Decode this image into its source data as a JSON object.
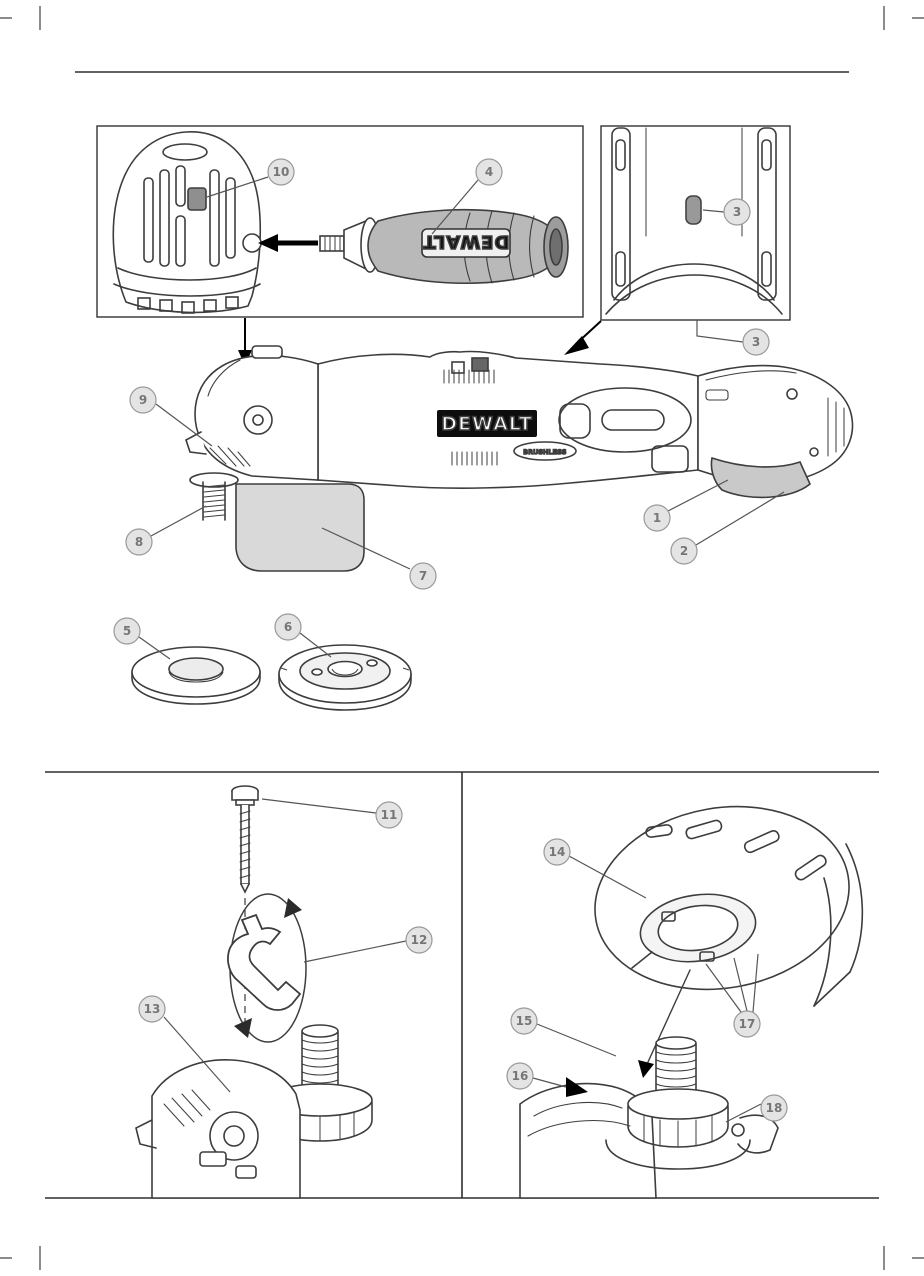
{
  "branding": {
    "handle_logo": "DEWALT",
    "body_logo": "DEWALT",
    "body_badge": "BRUSHLESS"
  },
  "callouts": {
    "hole": "10",
    "side_handle": "4",
    "top_button": "3",
    "main_top": "3",
    "guard_lever": "9",
    "spindle": "8",
    "guard": "7",
    "trigger": "1",
    "lock_on": "2",
    "backing_flange": "5",
    "lock_nut": "6",
    "screw": "11",
    "wrench": "12",
    "gear_case": "13",
    "guard_tab": "14",
    "mount_a": "15",
    "mount_b": "16",
    "clamp_screw": "17",
    "guard_side": "18"
  }
}
